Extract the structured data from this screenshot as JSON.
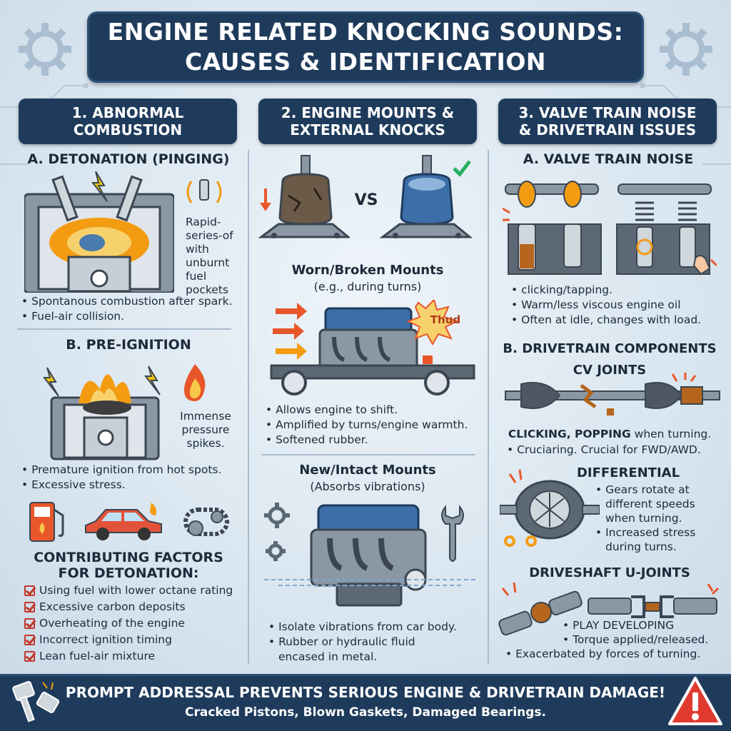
{
  "title": {
    "line1": "ENGINE RELATED KNOCKING SOUNDS:",
    "line2": "CAUSES & IDENTIFICATION"
  },
  "col1": {
    "header": {
      "line1": "1. ABNORMAL",
      "line2": "COMBUSTION"
    },
    "detonation": {
      "heading": "A. DETONATION (PINGING)",
      "callout": [
        "Rapid-",
        "series-of",
        "with",
        "unburnt",
        "fuel pockets"
      ],
      "bullets": [
        "Spontanous combustion after spark.",
        "Fuel-air collision."
      ]
    },
    "preignition": {
      "heading": "B. PRE-IGNITION",
      "callout": [
        "Immense",
        "pressure",
        "spikes."
      ],
      "bullets": [
        "Premature ignition from hot spots.",
        "Excessive stress."
      ]
    },
    "factors": {
      "heading_line1": "CONTRIBUTING FACTORS",
      "heading_line2": "FOR DETONATION:",
      "items": [
        "Using fuel with lower octane rating",
        "Excessive carbon deposits",
        "Overheating of the engine",
        "Incorrect ignition timing",
        "Lean fuel-air mixture"
      ]
    }
  },
  "col2": {
    "header": {
      "line1": "2. ENGINE MOUNTS &",
      "line2": "EXTERNAL KNOCKS"
    },
    "vs": "VS",
    "worn": {
      "heading": "Worn/Broken Mounts",
      "sub": "(e.g., during turns)",
      "thud": "Thud",
      "bullets": [
        "Allows engine to shift.",
        "Amplified by turns/engine warmth.",
        "Softened rubber."
      ]
    },
    "intact": {
      "heading": "New/Intact Mounts",
      "sub": "(Absorbs vibrations)",
      "bullets": [
        "Isolate vibrations from car body.",
        "Rubber or hydraulic fluid",
        "encased in metal."
      ]
    }
  },
  "col3": {
    "header": {
      "line1": "3. VALVE TRAIN NOISE",
      "line2": "& DRIVETRAIN ISSUES"
    },
    "valve": {
      "heading": "A. VALVE TRAIN NOISE",
      "bullets": [
        "clicking/tapping.",
        "Warm/less viscous engine oil",
        "Often at idle, changes with load."
      ]
    },
    "drivetrain": {
      "heading": "B. DRIVETRAIN COMPONENTS",
      "cv": {
        "heading": "CV JOINTS",
        "line1_bold": "CLICKING, POPPING",
        "line1_rest": " when turning.",
        "bullet": "Cruciaring. Crucial for FWD/AWD."
      },
      "diff": {
        "heading": "DIFFERENTIAL",
        "bullets": [
          "Gears rotate at",
          "different speeds",
          "when turning.",
          "Increased stress",
          "during turns."
        ]
      },
      "ujoint": {
        "heading": "DRIVESHAFT U-JOINTS",
        "bullets": [
          "PLAY DEVELOPING",
          "Torque applied/released.",
          "Exacerbated by forces of turning."
        ]
      }
    }
  },
  "footer": {
    "line1": "PROMPT ADDRESSAL PREVENTS SERIOUS ENGINE & DRIVETRAIN DAMAGE!",
    "line2": "Cracked Pistons, Blown Gaskets, Damaged Bearings."
  },
  "colors": {
    "navy": "#1f3b5c",
    "accent_red": "#c0392b",
    "flame": "#f39c12",
    "background": "#d9e6f0"
  },
  "icons": [
    "gear-icon",
    "piston-icon",
    "spark-plug-icon",
    "flame-icon",
    "lightning-icon",
    "fuel-pump-icon",
    "car-icon",
    "timing-chain-icon",
    "engine-mount-icon",
    "engine-icon",
    "wrench-icon",
    "valve-icon",
    "cv-axle-icon",
    "differential-icon",
    "u-joint-icon",
    "warning-icon",
    "checkmark-icon"
  ]
}
